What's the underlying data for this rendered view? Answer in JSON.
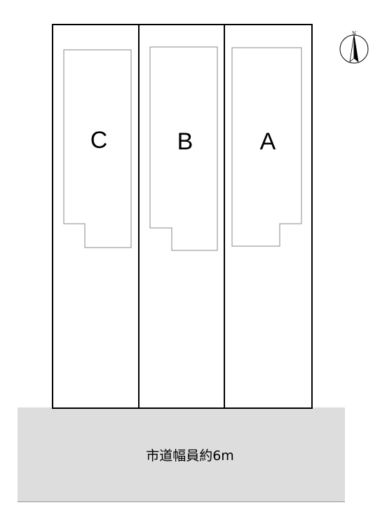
{
  "lots": [
    {
      "id": "C",
      "label": "C"
    },
    {
      "id": "B",
      "label": "B"
    },
    {
      "id": "A",
      "label": "A"
    }
  ],
  "road": {
    "label": "市道幅員約6m",
    "fill": "#dddddd"
  },
  "compass": {
    "north_label": "N",
    "icon": "north-arrow-icon"
  },
  "colors": {
    "lot_border": "#000000",
    "building_outline": "#888888",
    "road_fill": "#dddddd"
  }
}
